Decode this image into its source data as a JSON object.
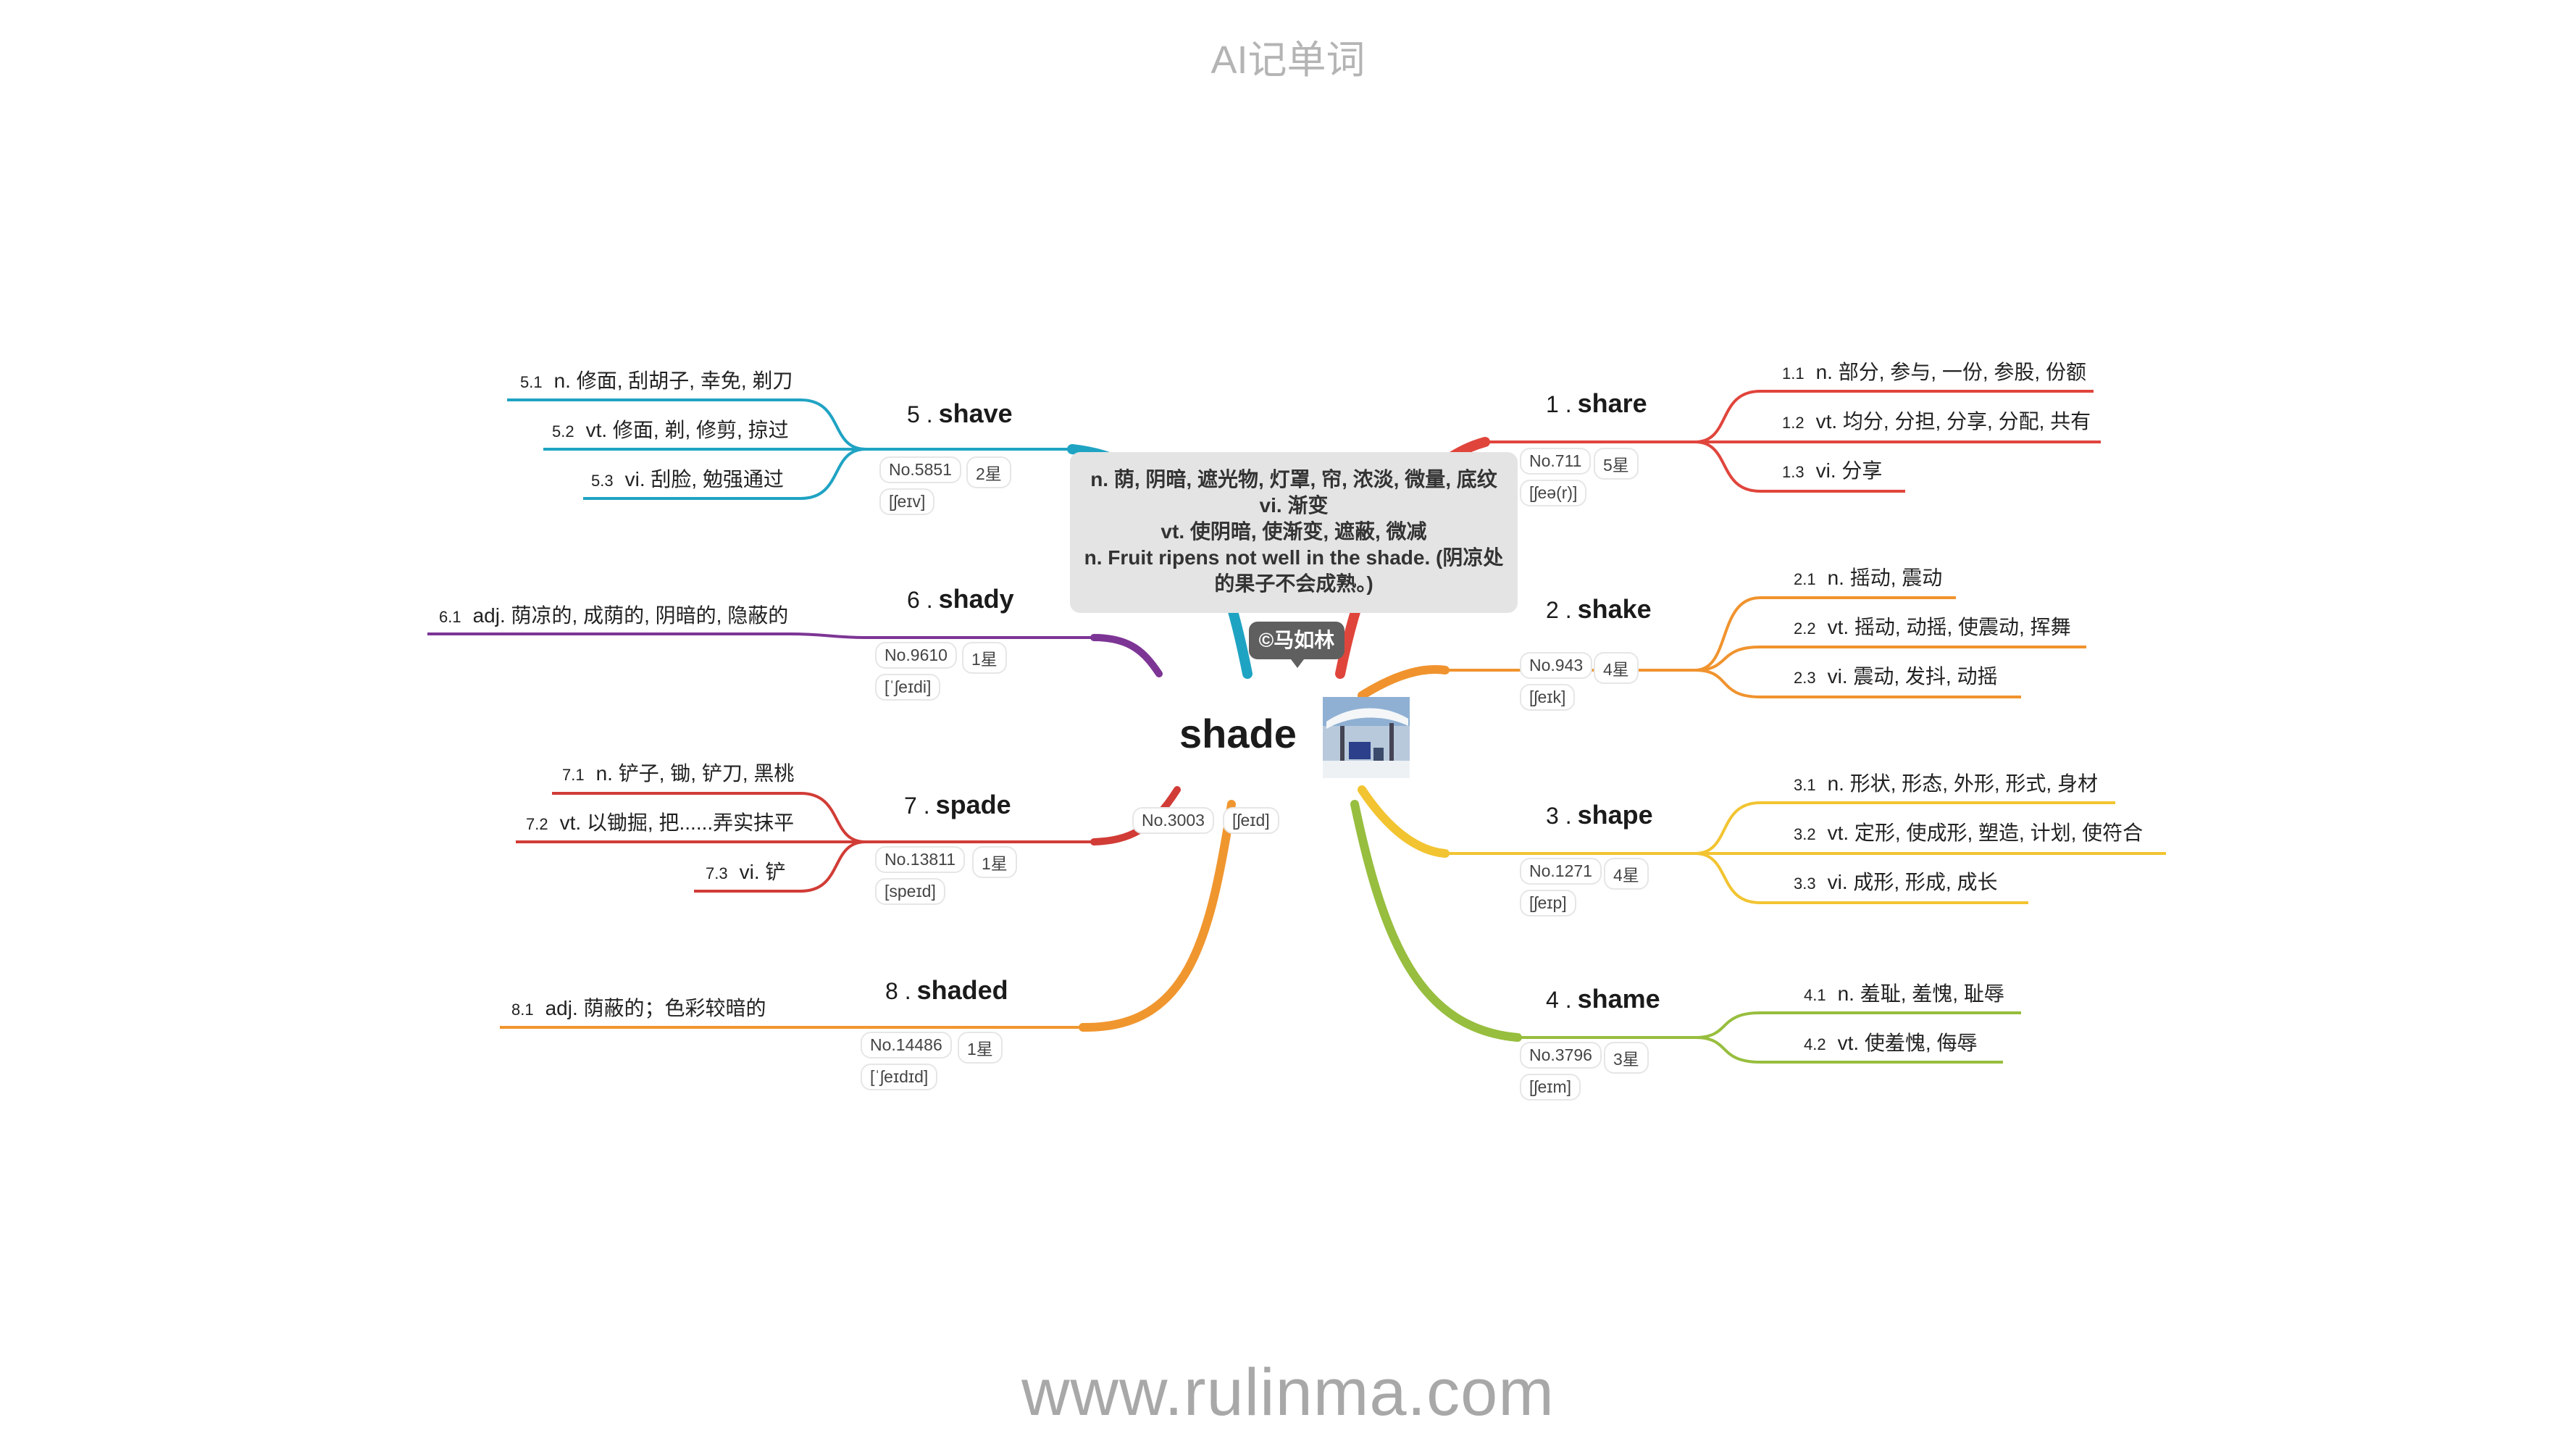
{
  "header": "AI记单词",
  "footer": "www.rulinma.com",
  "center": {
    "word": "shade",
    "no": "No.3003",
    "phonetic": "[ʃeɪd]",
    "author": "©马如林",
    "photo_icon": "snowy-shelter-photo",
    "tip": {
      "line1": "n. 荫, 阴暗, 遮光物, 灯罩, 帘, 浓淡, 微量, 底纹",
      "line2": "vi. 渐变",
      "line3": "vt. 使阴暗, 使渐变, 遮蔽, 微减",
      "line4": "n. Fruit ripens not well in the shade. (阴凉处的果子不会成熟。)"
    }
  },
  "branches": [
    {
      "idx": "1 .",
      "word": "share",
      "no": "No.711",
      "star": "5星",
      "phonetic": "[ʃeə(r)]",
      "color": "#e0453c",
      "senses": [
        {
          "n": "1.1",
          "t": "n. 部分, 参与, 一份, 参股, 份额"
        },
        {
          "n": "1.2",
          "t": "vt. 均分, 分担, 分享, 分配, 共有"
        },
        {
          "n": "1.3",
          "t": "vi. 分享"
        }
      ]
    },
    {
      "idx": "2 .",
      "word": "shake",
      "no": "No.943",
      "star": "4星",
      "phonetic": "[ʃeɪk]",
      "color": "#f0932e",
      "senses": [
        {
          "n": "2.1",
          "t": "n. 摇动, 震动"
        },
        {
          "n": "2.2",
          "t": "vt. 摇动, 动摇, 使震动, 挥舞"
        },
        {
          "n": "2.3",
          "t": "vi. 震动, 发抖, 动摇"
        }
      ]
    },
    {
      "idx": "3 .",
      "word": "shape",
      "no": "No.1271",
      "star": "4星",
      "phonetic": "[ʃeɪp]",
      "color": "#f2c431",
      "senses": [
        {
          "n": "3.1",
          "t": "n. 形状, 形态, 外形, 形式, 身材"
        },
        {
          "n": "3.2",
          "t": "vt. 定形, 使成形, 塑造, 计划, 使符合"
        },
        {
          "n": "3.3",
          "t": "vi. 成形, 形成, 成长"
        }
      ]
    },
    {
      "idx": "4 .",
      "word": "shame",
      "no": "No.3796",
      "star": "3星",
      "phonetic": "[ʃeɪm]",
      "color": "#97be3e",
      "senses": [
        {
          "n": "4.1",
          "t": "n. 羞耻, 羞愧, 耻辱"
        },
        {
          "n": "4.2",
          "t": "vt. 使羞愧, 侮辱"
        }
      ]
    },
    {
      "idx": "5 .",
      "word": "shave",
      "no": "No.5851",
      "star": "2星",
      "phonetic": "[ʃeɪv]",
      "color": "#1fa3c3",
      "senses": [
        {
          "n": "5.1",
          "t": "n. 修面, 刮胡子, 幸免, 剃刀"
        },
        {
          "n": "5.2",
          "t": "vt. 修面, 剃, 修剪, 掠过"
        },
        {
          "n": "5.3",
          "t": "vi. 刮脸, 勉强通过"
        }
      ]
    },
    {
      "idx": "6 .",
      "word": "shady",
      "no": "No.9610",
      "star": "1星",
      "phonetic": "[ˈʃeɪdi]",
      "color": "#7d3595",
      "senses": [
        {
          "n": "6.1",
          "t": "adj. 荫凉的, 成荫的, 阴暗的, 隐蔽的"
        }
      ]
    },
    {
      "idx": "7 .",
      "word": "spade",
      "no": "No.13811",
      "star": "1星",
      "phonetic": "[speɪd]",
      "color": "#d13c36",
      "senses": [
        {
          "n": "7.1",
          "t": "n. 铲子, 锄, 铲刀, 黑桃"
        },
        {
          "n": "7.2",
          "t": "vt. 以锄掘, 把......弄实抹平"
        },
        {
          "n": "7.3",
          "t": "vi. 铲"
        }
      ]
    },
    {
      "idx": "8 .",
      "word": "shaded",
      "no": "No.14486",
      "star": "1星",
      "phonetic": "[ˈʃeɪdɪd]",
      "color": "#f0962f",
      "senses": [
        {
          "n": "8.1",
          "t": "adj. 荫蔽的；色彩较暗的"
        }
      ]
    }
  ]
}
